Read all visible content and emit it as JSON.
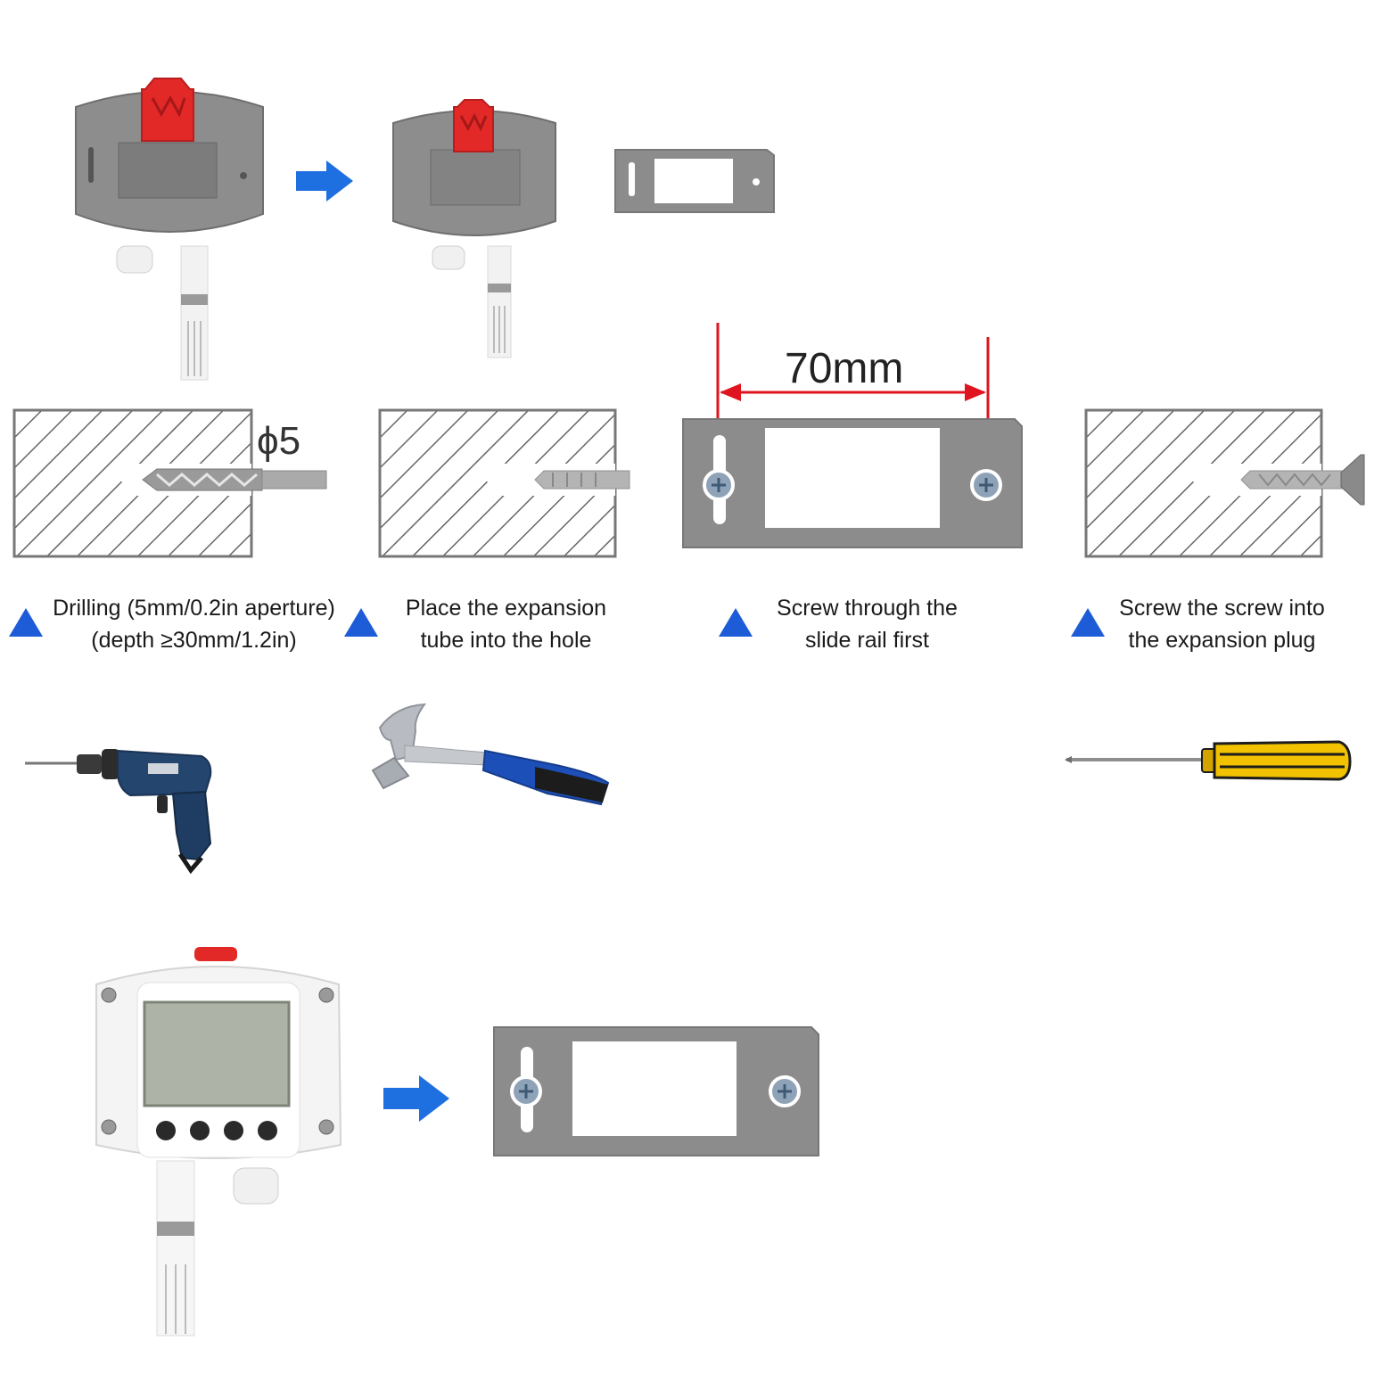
{
  "steps": [
    {
      "line1": "Drilling (5mm/0.2in aperture)",
      "line2": "(depth ≥30mm/1.2in)"
    },
    {
      "line1": "Place the expansion",
      "line2": "tube into the hole"
    },
    {
      "line1": "Screw through the",
      "line2": "slide rail first"
    },
    {
      "line1": "Screw the screw into",
      "line2": "the expansion plug"
    }
  ],
  "dimension_label": "70mm",
  "drill_label": "ϕ5",
  "colors": {
    "arrow_blue": "#1e6fe0",
    "triangle_blue": "#1e5bd6",
    "dimension_red": "#e0141e",
    "bracket_gray": "#8c8c8c",
    "clip_red": "#e32828"
  },
  "icons": [
    "sensor-back-icon",
    "mounting-bracket-icon",
    "drill-icon",
    "hammer-icon",
    "screwdriver-icon",
    "sensor-front-icon"
  ]
}
